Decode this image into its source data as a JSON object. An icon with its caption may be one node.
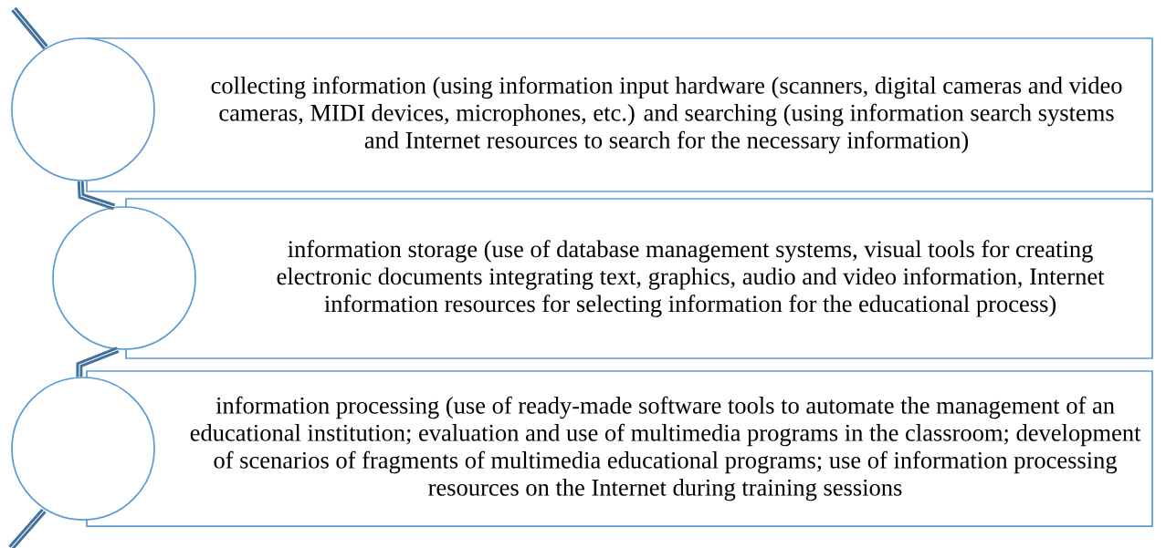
{
  "diagram": {
    "nodes": [
      {
        "text": [],
        "shape": "circle"
      },
      {
        "text": [
          "collecting information (using information input hardware (scanners, digital cameras and video cameras, MIDI devices, microphones, etc.) and searching (using information search systems and Internet resources to search for the necessary information)"
        ]
      },
      {
        "text": [],
        "shape": "circle"
      },
      {
        "text": [
          "information storage (use of database management systems, visual tools for creating electronic documents integrating text, graphics, audio and video information, Internet information resources for selecting information for the educational process)"
        ]
      },
      {
        "text": [],
        "shape": "circle"
      },
      {
        "text": [
          "information processing (use of ready-made software tools to automate the management of an educational institution; evaluation and use of multimedia programs in the classroom; development of scenarios of fragments of multimedia educational programs; use of information processing resources on the Internet during training sessions"
        ]
      }
    ],
    "edges": [
      {
        "from": 0,
        "to": 2,
        "arrow": "none"
      },
      {
        "from": 2,
        "to": 4,
        "arrow": "none"
      }
    ]
  }
}
